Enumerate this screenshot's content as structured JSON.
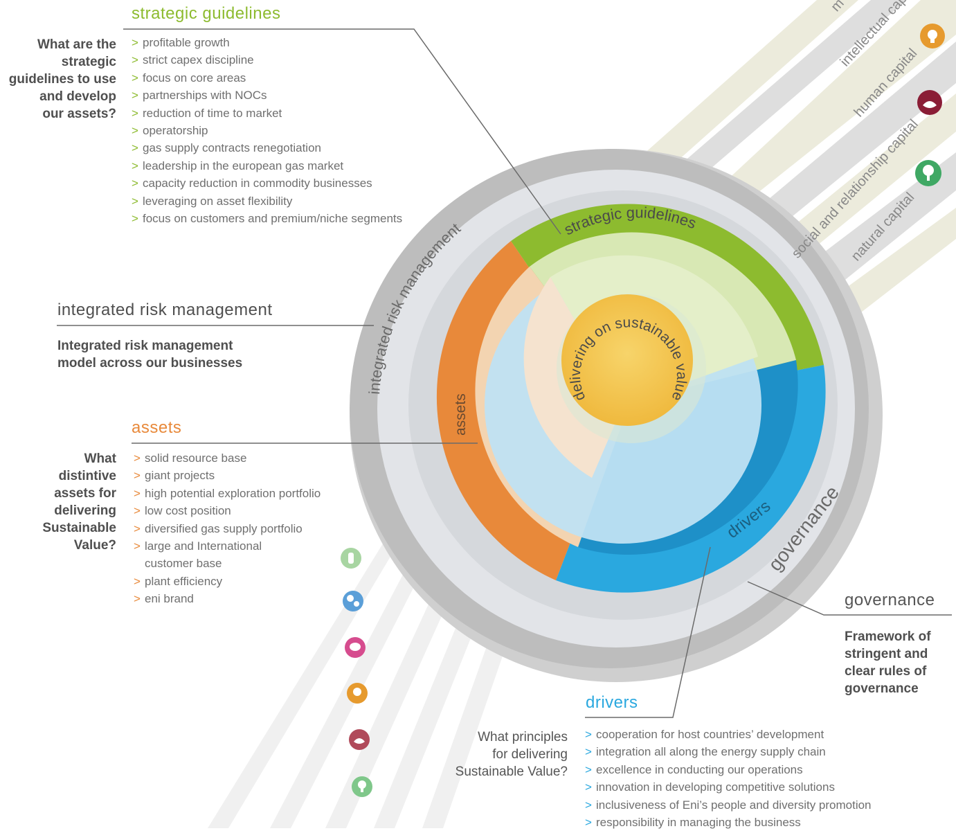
{
  "colors": {
    "strategic": "#8dbb2f",
    "strategic_light": "#d8e8b4",
    "assets": "#e8893a",
    "assets_light": "#f3d4b1",
    "drivers": "#2aa8df",
    "drivers_light": "#bfe2f3",
    "core": "#f2c043",
    "grey_ring": "#bdbdbd",
    "pale_ring": "#e2e4e8",
    "beam_cream": "#ecebdc",
    "beam_grey": "#d9d9d9",
    "text_grey": "#6f6f6f",
    "heading_grey": "#4f4f4f",
    "governance_text": "#555555"
  },
  "ring_labels": {
    "core": "delivering on sustainable value",
    "strategic": "strategic guidelines",
    "assets": "assets",
    "drivers": "drivers",
    "risk": "integrated risk management",
    "governance": "governance"
  },
  "capitals": [
    {
      "label": "m",
      "icon": "",
      "color": ""
    },
    {
      "label": "intellectual capital",
      "icon": "bulb-icon",
      "color": "#e69a2e"
    },
    {
      "label": "human capital",
      "icon": "hands-icon",
      "color": "#8a1d36"
    },
    {
      "label": "social and relationship capital",
      "icon": "handshake-icon",
      "color": ""
    },
    {
      "label": "natural capital",
      "icon": "tree-icon",
      "color": "#3fa864"
    }
  ],
  "left_icons": [
    {
      "icon": "money-icon",
      "color": "#a8d5a2"
    },
    {
      "icon": "gears-icon",
      "color": "#5b9fd8"
    },
    {
      "icon": "brain-icon",
      "color": "#d64c8e"
    },
    {
      "icon": "bulb-icon",
      "color": "#e69a2e"
    },
    {
      "icon": "hands-icon",
      "color": "#b04a5a"
    },
    {
      "icon": "tree-icon",
      "color": "#7fc78a"
    }
  ],
  "strategic": {
    "title": "strategic guidelines",
    "question": [
      "What are the",
      "strategic",
      "guidelines to use",
      "and develop",
      "our assets?"
    ],
    "items": [
      "profitable growth",
      "strict capex discipline",
      "focus on core areas",
      "partnerships with NOCs",
      "reduction of time to market",
      "operatorship",
      "gas supply contracts renegotiation",
      "leadership in the european gas market",
      "capacity reduction in commodity businesses",
      "leveraging on asset flexibility",
      "focus on customers and premium/niche segments"
    ]
  },
  "risk": {
    "title": "integrated risk management",
    "desc": [
      "Integrated risk management",
      "model across our businesses"
    ]
  },
  "assets": {
    "title": "assets",
    "question": [
      "What",
      "distintive",
      "assets for",
      "delivering",
      "Sustainable",
      "Value?"
    ],
    "items": [
      "solid resource base",
      "giant projects",
      "high potential exploration portfolio",
      "low cost position",
      "diversified gas supply portfolio",
      "large and International",
      "customer base",
      "plant efficiency",
      "eni brand"
    ]
  },
  "governance": {
    "title": "governance",
    "desc": [
      "Framework of",
      "stringent and",
      "clear rules of",
      "governance"
    ]
  },
  "drivers": {
    "title": "drivers",
    "question": [
      "What principles",
      "for delivering",
      "Sustainable Value?"
    ],
    "items": [
      "cooperation for host countries’ development",
      "integration all along the energy supply chain",
      "excellence in conducting our operations",
      "innovation in developing competitive solutions",
      "inclusiveness of Eni’s people and diversity promotion",
      "responsibility in managing the business"
    ]
  },
  "bullet": ">"
}
